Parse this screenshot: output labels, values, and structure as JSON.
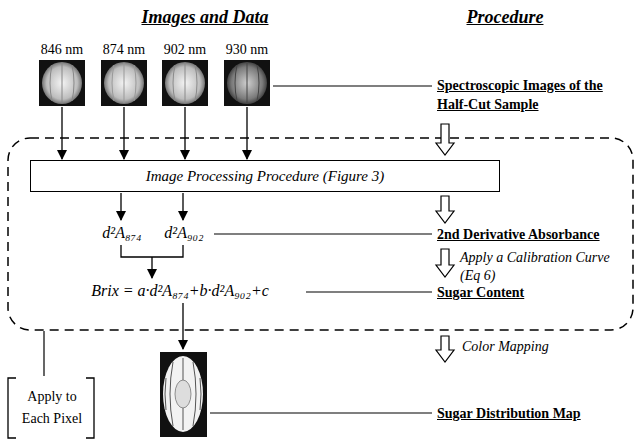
{
  "diagram": {
    "nodes": [
      {
        "text": [
          "846 nm"
        ]
      },
      {
        "text": [
          "874 nm"
        ]
      },
      {
        "text": [
          "902 nm"
        ]
      },
      {
        "text": [
          "930 nm"
        ]
      },
      {
        "text": [
          "Image Processing Procedure (Figure 3)"
        ]
      }
    ],
    "edges": [
      {
        "from": 0,
        "to": 4,
        "arrow": "to"
      },
      {
        "from": 1,
        "to": 4,
        "arrow": "to"
      },
      {
        "from": 2,
        "to": 4,
        "arrow": "to"
      },
      {
        "from": 3,
        "to": 4,
        "arrow": "to"
      }
    ],
    "labels": [
      "Images and Data",
      "Procedure",
      "Spectroscopic Images of the Half-Cut Sample",
      "d²A₈₇₄",
      "d²A₉₀₂",
      "2nd Derivative Absorbance",
      "Apply a Calibration Curve (Eq 6)",
      "Brix = a·d²A₈₇₄+b·d²A₉₀₂+c",
      "Sugar Content",
      "Color Mapping",
      "Sugar Distribution Map",
      "Apply to Each Pixel"
    ]
  }
}
